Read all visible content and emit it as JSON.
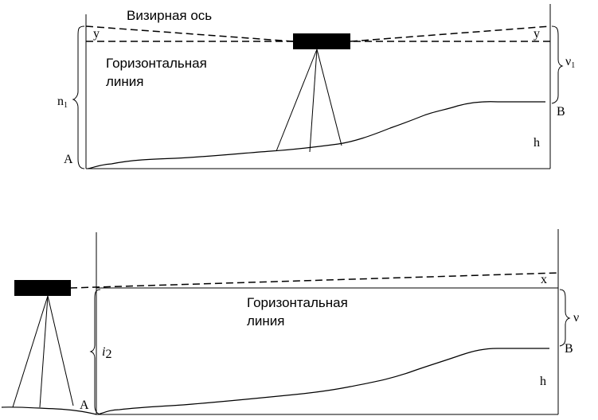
{
  "top": {
    "sight_axis_label": "Визирная ось",
    "horizontal_line_label_1": "Горизонтальная",
    "horizontal_line_label_2": "линия",
    "y_left": "y",
    "y_right": "y",
    "n1_main": "n",
    "n1_sub": "1",
    "v1_main": "ν",
    "v1_sub": "1",
    "point_a": "A",
    "point_b": "B",
    "h": "h"
  },
  "bottom": {
    "horizontal_line_label_1": "Горизонтальная",
    "horizontal_line_label_2": "линия",
    "x": "x",
    "v": "ν",
    "i2_main": "i",
    "i2_sub": "2",
    "point_a": "A",
    "point_b": "B",
    "h": "h"
  }
}
